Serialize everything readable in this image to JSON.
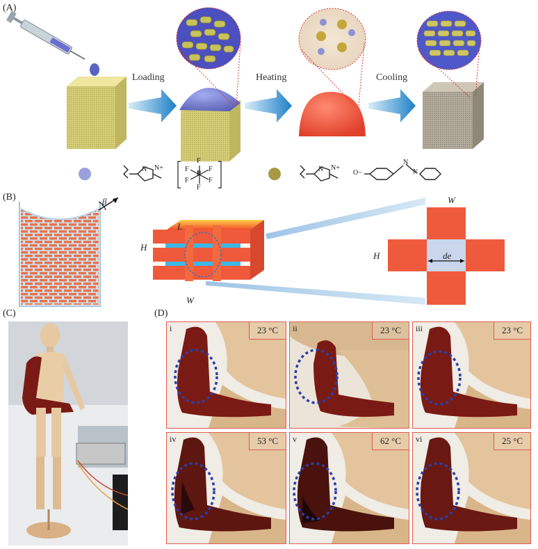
{
  "panels": {
    "a": "(A)",
    "b": "(B)",
    "c": "(C)",
    "d": "(D)"
  },
  "steps": {
    "loading": "Loading",
    "heating": "Heating",
    "cooling": "Cooling"
  },
  "molecules": {
    "anion_label": "[PF6]−",
    "f": "F",
    "p": "P",
    "n_plus": "N+",
    "n": "N",
    "o_minus": "O−"
  },
  "dimensions": {
    "beta": "β",
    "L": "L",
    "H": "H",
    "W": "W",
    "W_top": "W",
    "H_cross": "H",
    "de": "de"
  },
  "photos": [
    {
      "id": "i",
      "temp": "23 °C"
    },
    {
      "id": "ii",
      "temp": "23 °C"
    },
    {
      "id": "iii",
      "temp": "23 °C"
    },
    {
      "id": "iv",
      "temp": "53 °C"
    },
    {
      "id": "v",
      "temp": "62 °C"
    },
    {
      "id": "vi",
      "temp": "25 °C"
    }
  ],
  "colors": {
    "cube_yellow": "#d8cf7a",
    "arrow_blue": "#3aa6d8",
    "liquid_blue": "#6a72d0",
    "melt_red": "#e8533a",
    "brick_orange": "#e8734a",
    "cross_red": "#ef5a3c",
    "cross_center": "#c9d6ec",
    "frame_red": "#e05a50",
    "dot_blue": "#2b3ea8",
    "arm_red": "#7a1a14",
    "wood": "#e6c9a2"
  }
}
